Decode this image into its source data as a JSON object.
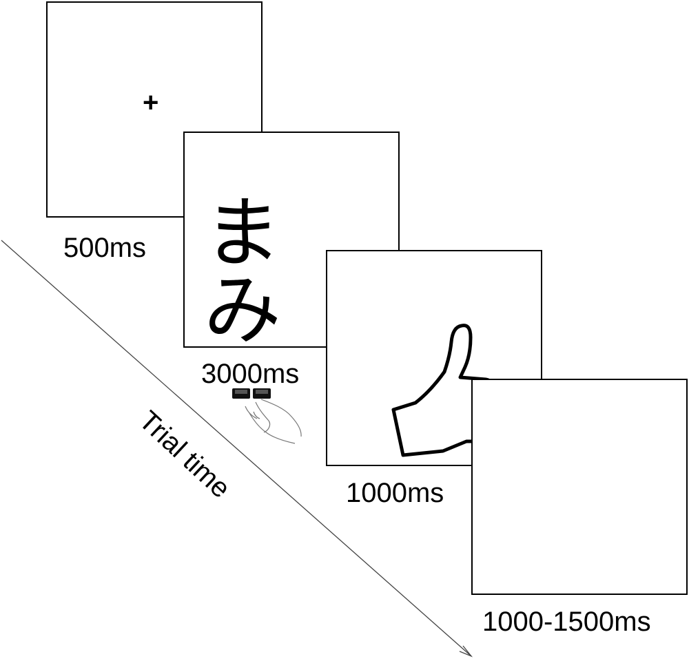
{
  "fixation": "+",
  "stimulus_text": "まみ",
  "frames": [
    {
      "id": "fixation-frame",
      "duration": "500ms"
    },
    {
      "id": "stimulus-frame",
      "duration": "3000ms"
    },
    {
      "id": "feedback-frame",
      "duration": "1000ms"
    },
    {
      "id": "blank-frame",
      "duration": "1000-1500ms"
    }
  ],
  "axis_label": "Trial time",
  "icons": {
    "response": "hand-pressing-keys-icon",
    "feedback": "thumbs-up-icon"
  }
}
